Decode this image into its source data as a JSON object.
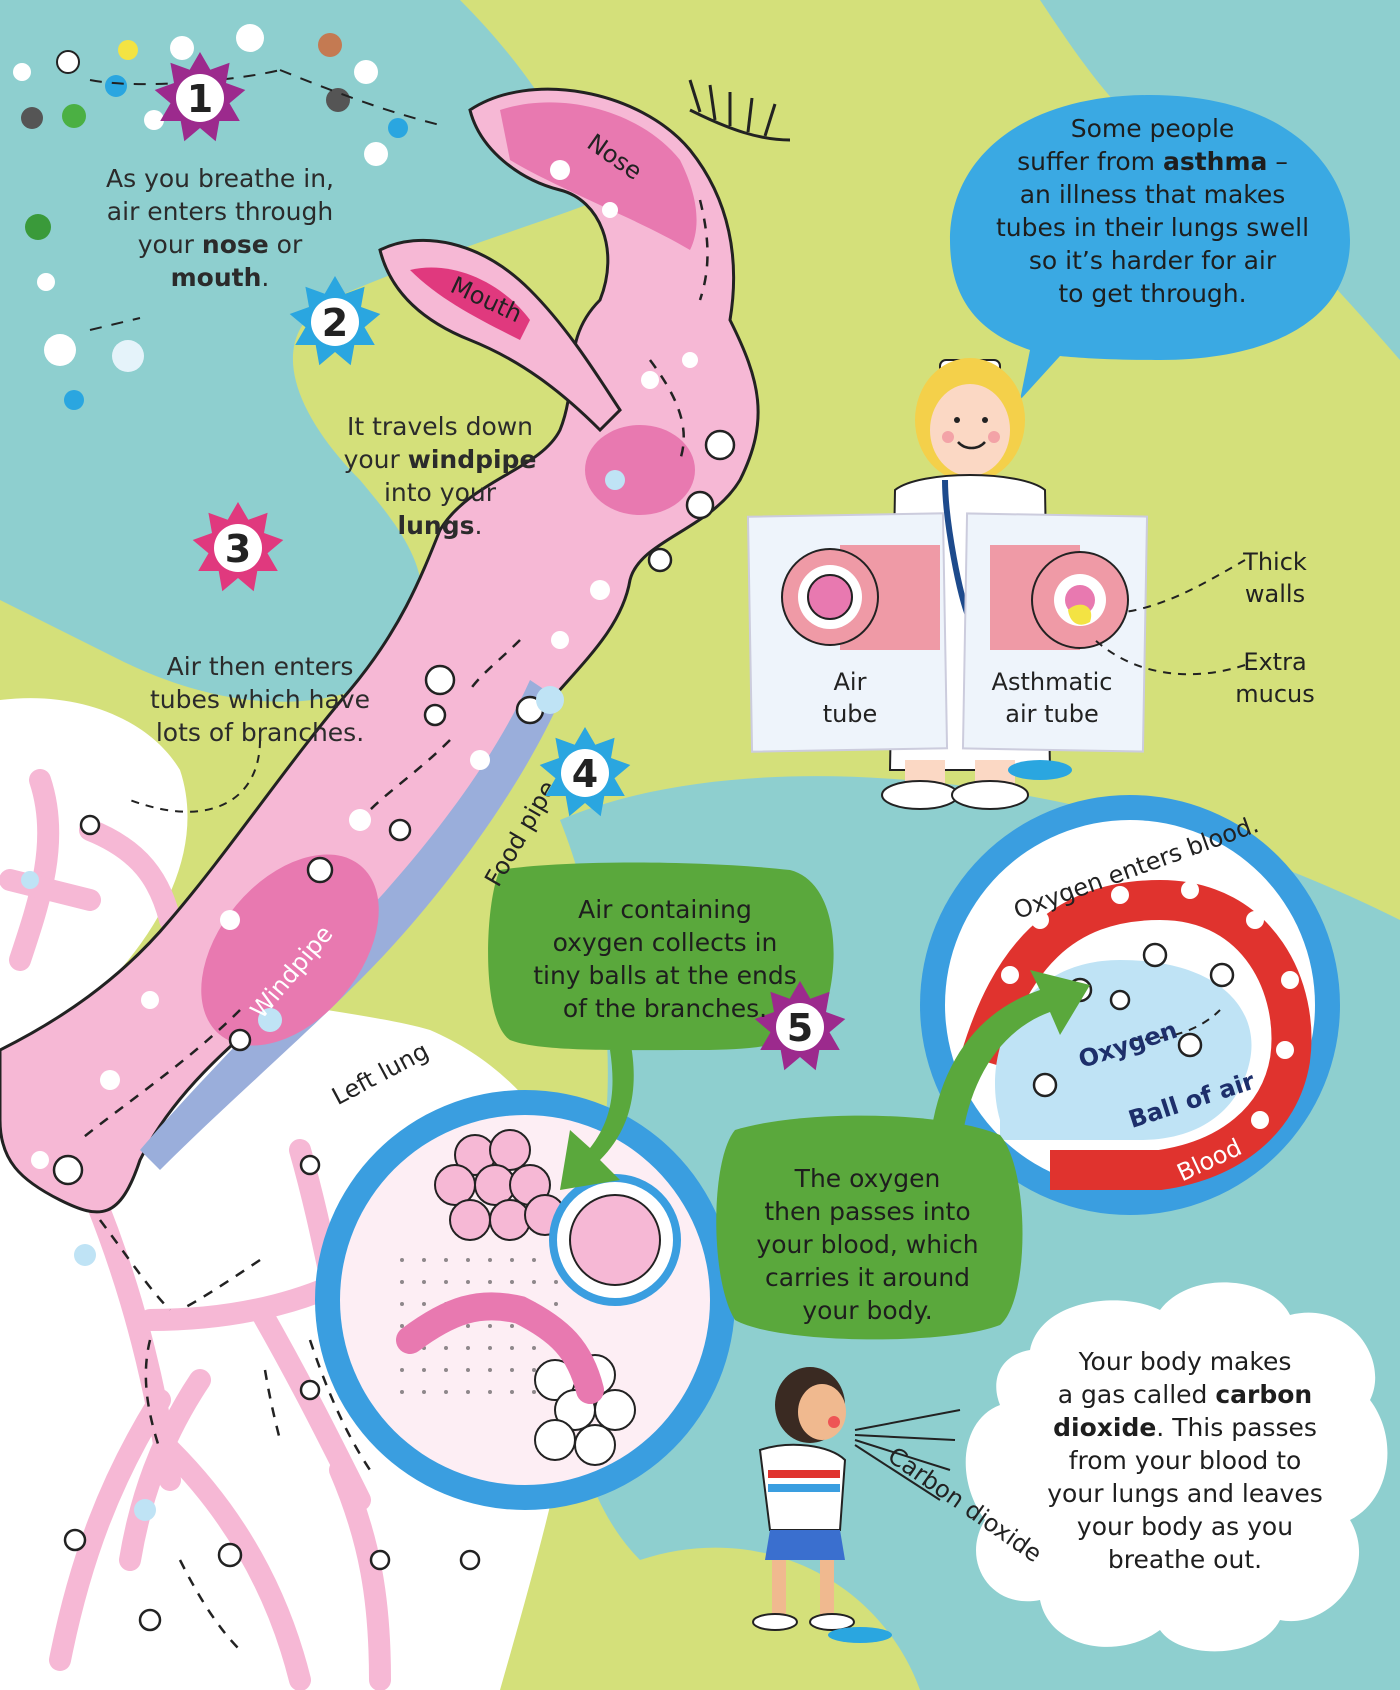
{
  "steps": [
    {
      "number": "1",
      "color": "#9c2a8d",
      "lines": [
        [
          {
            "t": "As you breathe in,"
          }
        ],
        [
          {
            "t": "air enters through"
          }
        ],
        [
          {
            "t": "your "
          },
          {
            "t": "nose",
            "b": true
          },
          {
            "t": " or"
          }
        ],
        [
          {
            "t": "mouth",
            "b": true
          },
          {
            "t": "."
          }
        ]
      ]
    },
    {
      "number": "2",
      "color": "#2aa6e0",
      "lines": [
        [
          {
            "t": "It travels down"
          }
        ],
        [
          {
            "t": "your "
          },
          {
            "t": "windpipe",
            "b": true
          }
        ],
        [
          {
            "t": "into your"
          }
        ],
        [
          {
            "t": "lungs",
            "b": true
          },
          {
            "t": "."
          }
        ]
      ]
    },
    {
      "number": "3",
      "color": "#e0397e",
      "lines": [
        [
          {
            "t": "Air then enters"
          }
        ],
        [
          {
            "t": "tubes which have"
          }
        ],
        [
          {
            "t": "lots of branches."
          }
        ]
      ]
    },
    {
      "number": "4",
      "color": "#2aa6e0",
      "lines": [
        [
          {
            "t": "Air containing"
          }
        ],
        [
          {
            "t": "oxygen collects in"
          }
        ],
        [
          {
            "t": "tiny balls at the ends"
          }
        ],
        [
          {
            "t": "of the branches."
          }
        ]
      ]
    },
    {
      "number": "5",
      "color": "#9c2a8d",
      "lines": [
        [
          {
            "t": "The oxygen"
          }
        ],
        [
          {
            "t": "then passes into"
          }
        ],
        [
          {
            "t": "your blood, which"
          }
        ],
        [
          {
            "t": "carries it around"
          }
        ],
        [
          {
            "t": "your body."
          }
        ]
      ]
    }
  ],
  "asthma_bubble": {
    "lines": [
      [
        {
          "t": "Some people"
        }
      ],
      [
        {
          "t": "suffer from "
        },
        {
          "t": "asthma",
          "b": true
        },
        {
          "t": " –"
        }
      ],
      [
        {
          "t": "an illness that makes"
        }
      ],
      [
        {
          "t": "tubes in their lungs swell"
        }
      ],
      [
        {
          "t": "so it’s harder for air"
        }
      ],
      [
        {
          "t": "to get through."
        }
      ]
    ]
  },
  "carbon_bubble": {
    "lines": [
      [
        {
          "t": "Your body makes"
        }
      ],
      [
        {
          "t": "a gas called "
        },
        {
          "t": "carbon",
          "b": true
        }
      ],
      [
        {
          "t": "dioxide",
          "b": true
        },
        {
          "t": ". This passes"
        }
      ],
      [
        {
          "t": "from your blood to"
        }
      ],
      [
        {
          "t": "your lungs and leaves"
        }
      ],
      [
        {
          "t": "your body as you"
        }
      ],
      [
        {
          "t": "breathe out."
        }
      ]
    ]
  },
  "labels": {
    "nose": "Nose",
    "mouth": "Mouth",
    "windpipe": "Windpipe",
    "food_pipe": "Food pipe",
    "left_lung": "Left lung",
    "oxygen_enters_blood": "Oxygen enters blood.",
    "oxygen": "Oxygen",
    "ball_of_air": "Ball of air",
    "blood": "Blood",
    "carbon_dioxide": "Carbon dioxide",
    "air_tube_1": "Air",
    "air_tube_2": "tube",
    "asthmatic_1": "Asthmatic",
    "asthmatic_2": "air tube",
    "thick_walls_1": "Thick",
    "thick_walls_2": "walls",
    "extra_mucus_1": "Extra",
    "extra_mucus_2": "mucus"
  },
  "colors": {
    "background_green": "#d4e07a",
    "background_teal": "#8ecfcf",
    "pink_tube": "#f6b8d5",
    "dark_pink": "#e0397e",
    "green_bubble": "#5aa83c",
    "blue_bubble": "#3aa9e3",
    "blood_red": "#e0332e",
    "ring_blue": "#3a9ee0"
  }
}
